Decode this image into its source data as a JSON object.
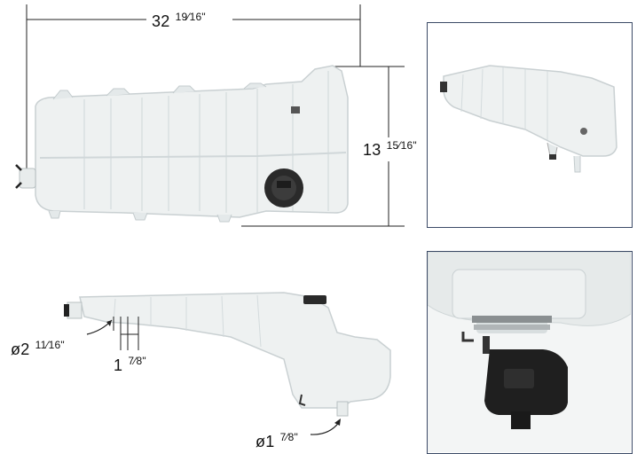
{
  "dimensions": {
    "length": {
      "whole": "32",
      "frac": "19⁄16\""
    },
    "height": {
      "whole": "13",
      "frac": "15⁄16\""
    },
    "inlet_diameter": {
      "whole": "ø2",
      "frac": "11⁄16\""
    },
    "inlet_length": {
      "whole": "1",
      "frac": "7⁄8\""
    },
    "outlet_diameter": {
      "whole": "ø1",
      "frac": "7⁄8\""
    }
  },
  "colors": {
    "frame_border": "#3b4a66",
    "plastic": "#eef1f1",
    "cap": "#2a2a2a"
  }
}
